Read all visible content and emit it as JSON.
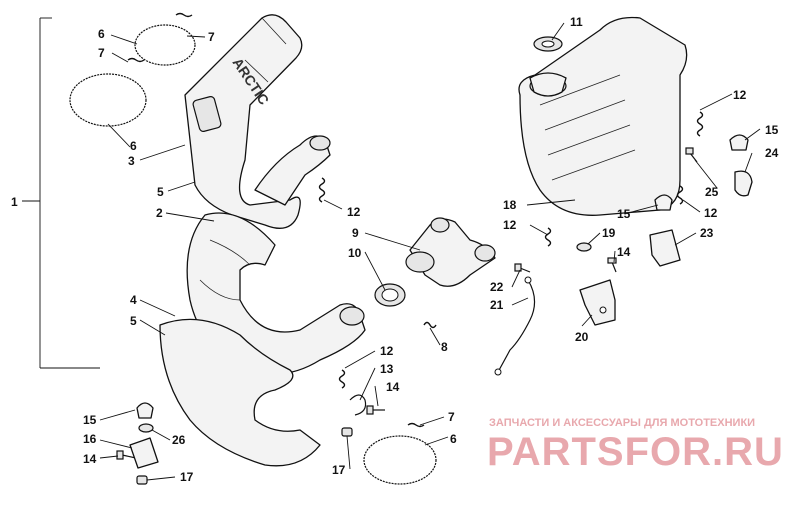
{
  "callouts": {
    "c1": "1",
    "c2": "2",
    "c3": "3",
    "c4": "4",
    "c5a": "5",
    "c5b": "5",
    "c6a": "6",
    "c6b": "6",
    "c6c": "6",
    "c7a": "7",
    "c7b": "7",
    "c7c": "7",
    "c8": "8",
    "c9": "9",
    "c10": "10",
    "c11": "11",
    "c12a": "12",
    "c12b": "12",
    "c12c": "12",
    "c12d": "12",
    "c12e": "12",
    "c13": "13",
    "c14a": "14",
    "c14b": "14",
    "c14c": "14",
    "c15a": "15",
    "c15b": "15",
    "c15c": "15",
    "c16": "16",
    "c17a": "17",
    "c17b": "17",
    "c18": "18",
    "c19": "19",
    "c20": "20",
    "c21": "21",
    "c22": "22",
    "c23": "23",
    "c24": "24",
    "c25": "25",
    "c26": "26"
  },
  "stamp": "ARCTIC",
  "watermark": {
    "tagline": "ЗАПЧАСТИ И АКСЕССУАРЫ ДЛЯ МОТОТЕХНИКИ",
    "brand": "PARTSFOR.RU",
    "color": "#e8a8ad"
  }
}
